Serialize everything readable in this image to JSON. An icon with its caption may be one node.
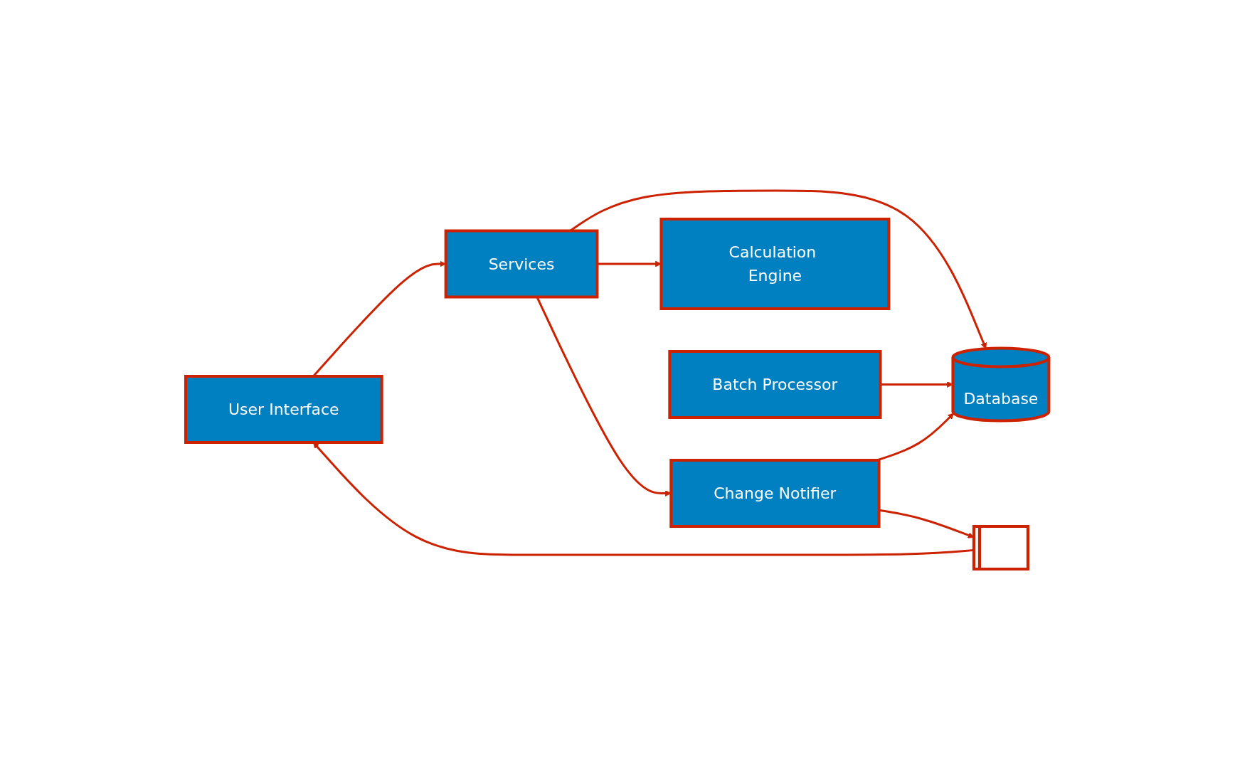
{
  "diagram": {
    "nodes": [
      {
        "text": [
          "Batch Processor"
        ]
      },
      {
        "text": [
          "User Interface"
        ]
      },
      {
        "text": [
          "Services"
        ]
      },
      {
        "text": [
          "Database"
        ]
      },
      {
        "text": [
          "Calculation Engine"
        ]
      },
      {
        "text": [
          "Change Notifier"
        ]
      },
      {
        "text": [],
        "shape": "bar"
      }
    ],
    "edges": [
      {
        "from": 1,
        "to": 2,
        "arrow": "to"
      },
      {
        "from": 2,
        "to": 3,
        "arrow": "to"
      },
      {
        "from": 0,
        "to": 3,
        "arrow": "to"
      },
      {
        "from": 2,
        "to": 4,
        "arrow": "to"
      },
      {
        "from": 2,
        "to": 5,
        "arrow": "to"
      },
      {
        "from": 5,
        "to": 3,
        "arrow": "to"
      },
      {
        "from": 5,
        "to": 6,
        "arrow": "to"
      },
      {
        "from": 6,
        "to": 1,
        "arrow": "to"
      }
    ]
  }
}
